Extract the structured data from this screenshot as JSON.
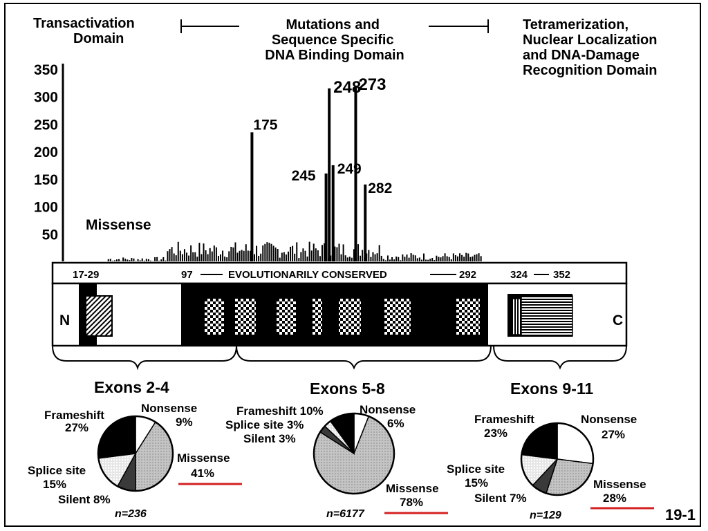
{
  "header": {
    "left_title": [
      "Transactivation",
      "Domain"
    ],
    "middle_title": [
      "Mutations and",
      "Sequence Specific",
      "DNA Binding Domain"
    ],
    "right_title": [
      "Tetramerization,",
      "Nuclear Localization",
      "and DNA-Damage",
      "Recognition Domain"
    ]
  },
  "histogram": {
    "y_ticks": [
      "350",
      "300",
      "250",
      "200",
      "150",
      "100",
      "50"
    ],
    "series_label": "Missense",
    "peaks": [
      {
        "codon": "175",
        "value": 235
      },
      {
        "codon": "245",
        "value": 160
      },
      {
        "codon": "248",
        "value": 315
      },
      {
        "codon": "249",
        "value": 175
      },
      {
        "codon": "273",
        "value": 320
      },
      {
        "codon": "282",
        "value": 140
      }
    ]
  },
  "protein_map": {
    "ranges": {
      "r1": "17-29",
      "r2_start": "97",
      "conserved": "EVOLUTIONARILY CONSERVED",
      "r2_end": "292",
      "r3_start": "324",
      "r3_end": "352"
    },
    "n_terminus": "N",
    "c_terminus": "C"
  },
  "exon_groups": [
    {
      "title": "Exons 2-4",
      "n": "n=236",
      "slices": [
        {
          "name": "Nonsense",
          "value": 9,
          "label": "9%"
        },
        {
          "name": "Missense",
          "value": 41,
          "label": "41%"
        },
        {
          "name": "Silent",
          "value": 8,
          "label": "Silent 8%"
        },
        {
          "name": "Splice site",
          "value": 15,
          "label": "15%"
        },
        {
          "name": "Frameshift",
          "value": 27,
          "label": "27%"
        }
      ]
    },
    {
      "title": "Exons 5-8",
      "n": "n=6177",
      "slices": [
        {
          "name": "Nonsense",
          "value": 6,
          "label": "6%"
        },
        {
          "name": "Missense",
          "value": 78,
          "label": "78%"
        },
        {
          "name": "Silent",
          "value": 3,
          "label": "Silent 3%"
        },
        {
          "name": "Splice site",
          "value": 3,
          "label": "Splice site 3%"
        },
        {
          "name": "Frameshift",
          "value": 10,
          "label": "Frameshift 10%"
        }
      ]
    },
    {
      "title": "Exons 9-11",
      "n": "n=129",
      "slices": [
        {
          "name": "Nonsense",
          "value": 27,
          "label": "27%"
        },
        {
          "name": "Missense",
          "value": 28,
          "label": "28%"
        },
        {
          "name": "Silent",
          "value": 7,
          "label": "Silent 7%"
        },
        {
          "name": "Splice site",
          "value": 15,
          "label": "15%"
        },
        {
          "name": "Frameshift",
          "value": 23,
          "label": "23%"
        }
      ]
    }
  ],
  "figure_number": "19-1",
  "colors": {
    "ink": "#000000",
    "highlight": "#d42020",
    "missense_fill": "#bdbdbd"
  }
}
